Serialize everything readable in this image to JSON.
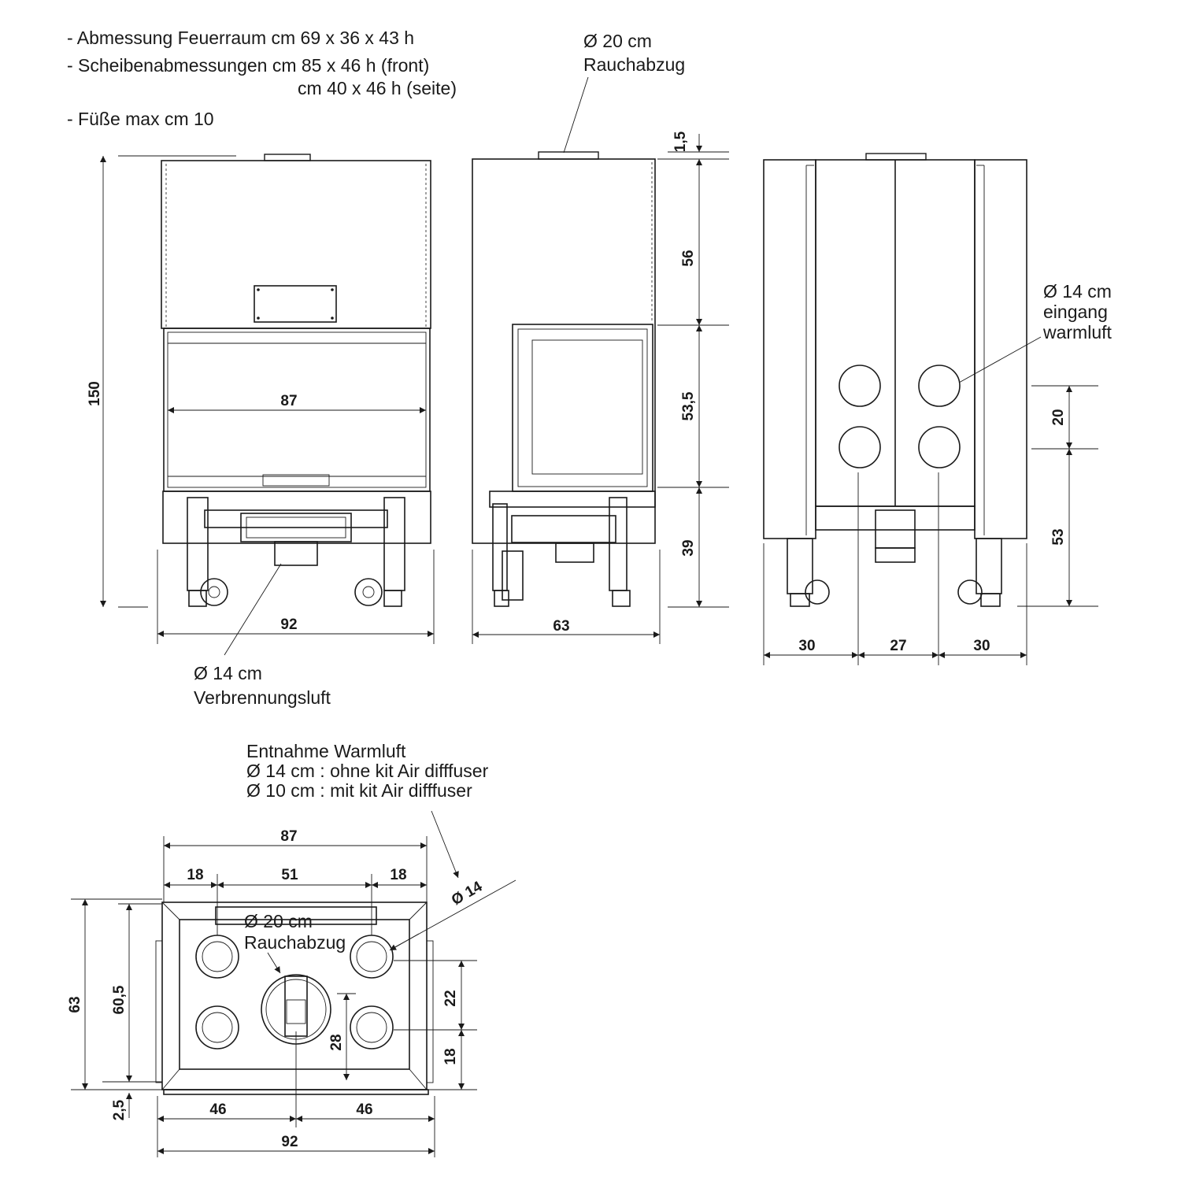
{
  "notes": {
    "line1": "- Abmessung Feuerraum cm 69 x 36 x 43 h",
    "line2": "- Scheibenabmessungen cm 85 x 46 h (front)",
    "line3": "cm 40 x 46 h (seite)",
    "line4": "- Füße max cm 10"
  },
  "callouts": {
    "smoke_top_dia": "Ø 20 cm",
    "smoke_top_label": "Rauchabzug",
    "warm_in_dia": "Ø 14 cm",
    "warm_in_l1": "eingang",
    "warm_in_l2": "warmluft",
    "comb_dia": "Ø 14 cm",
    "comb_label": "Verbrennungsluft",
    "extract_title": "Entnahme Warmluft",
    "extract_l1": "Ø 14 cm : ohne kit Air difffuser",
    "extract_l2": "Ø 10 cm : mit kit Air difffuser",
    "extract_dia": "Ø 14",
    "smoke_plan_dia": "Ø 20 cm",
    "smoke_plan_label": "Rauchabzug"
  },
  "dims": {
    "front_height": "150",
    "front_glass": "87",
    "front_width": "92",
    "side_top": "1,5",
    "side_h1": "56",
    "side_h2": "53,5",
    "side_h3": "39",
    "side_width": "63",
    "rear_spacing": "20",
    "rear_bottom": "53",
    "rear_w1": "30",
    "rear_w2": "27",
    "rear_w3": "30",
    "plan_top": "87",
    "plan_a": "18",
    "plan_b": "51",
    "plan_c": "18",
    "plan_depth": "63",
    "plan_inner": "60,5",
    "plan_off": "2,5",
    "plan_half_l": "46",
    "plan_half_r": "46",
    "plan_total": "92",
    "plan_22": "22",
    "plan_18": "18",
    "plan_28": "28"
  }
}
